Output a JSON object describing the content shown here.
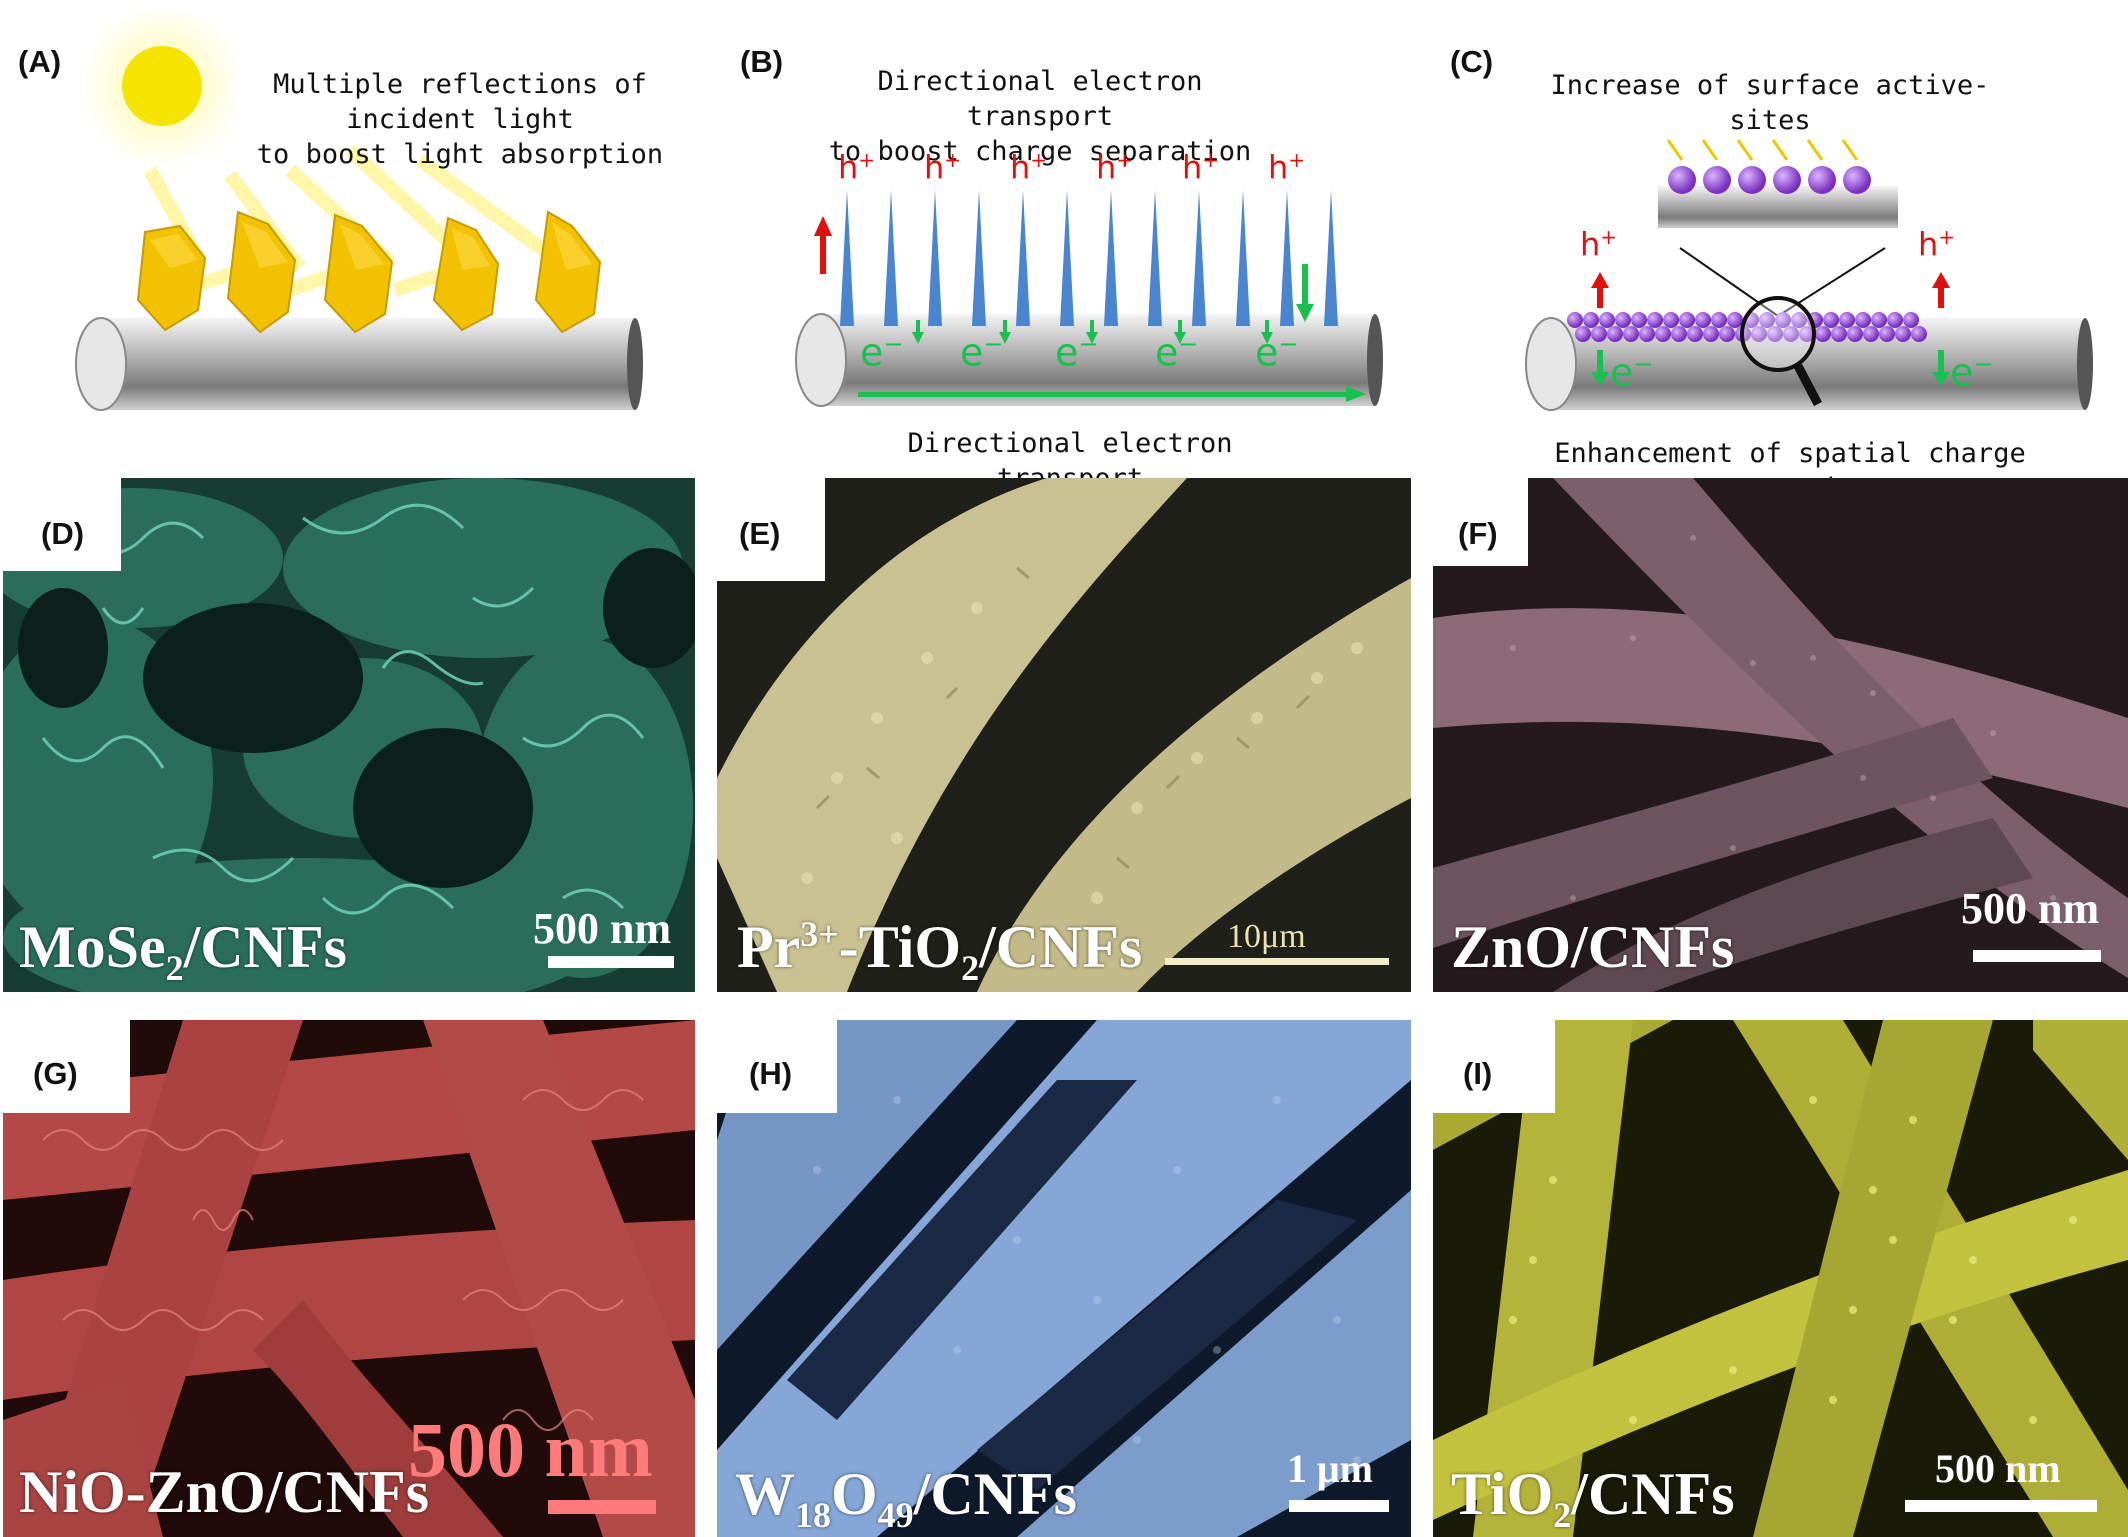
{
  "panels": {
    "a": {
      "label": "(A)",
      "caption": [
        "Multiple reflections of",
        "incident light",
        "to boost light absorption"
      ]
    },
    "b": {
      "label": "(B)",
      "caption": [
        "Directional electron transport",
        "to boost charge separation"
      ],
      "bottom": "Directional electron transport",
      "hole": "h",
      "hole_sup": "+",
      "electron": "e",
      "electron_sup": "−"
    },
    "c": {
      "label": "(C)",
      "top": "Increase of surface active-sites",
      "bottom": "Enhancement of spatial charge separation",
      "hole": "h",
      "hole_sup": "+",
      "electron": "e",
      "electron_sup": "−"
    },
    "d": {
      "label": "(D)",
      "material": "MoSe",
      "material_sub": "2",
      "material_rest": "/CNFs",
      "scale": "500 nm"
    },
    "e": {
      "label": "(E)",
      "material": "Pr",
      "material_sup": "3+",
      "material_mid": "-TiO",
      "material_sub": "2",
      "material_rest": "/CNFs",
      "scale": "10μm"
    },
    "f": {
      "label": "(F)",
      "material": "ZnO/CNFs",
      "scale": "500 nm"
    },
    "g": {
      "label": "(G)",
      "material": "NiO-ZnO/CNFs",
      "scale": "500 nm"
    },
    "h": {
      "label": "(H)",
      "material": "W",
      "material_sub": "18",
      "material_mid": "O",
      "material_sub2": "49",
      "material_rest": "/CNFs",
      "scale": "1 μm"
    },
    "i": {
      "label": "(I)",
      "material": "TiO",
      "material_sub": "2",
      "material_rest": "/CNFs",
      "scale": "500 nm"
    }
  },
  "colors": {
    "sun": "#f5e400",
    "crystal": "#f2c200",
    "nanorod": "#4a86d0",
    "hole": "#e01010",
    "electron": "#18c050",
    "atom": "#8a3fd0",
    "sem_d": "#1f5a4a",
    "sem_e": "#c8c090",
    "sem_f": "#7a5a66",
    "sem_g": "#b84a48",
    "sem_h": "#7c9ccc",
    "sem_i": "#b8b838"
  }
}
